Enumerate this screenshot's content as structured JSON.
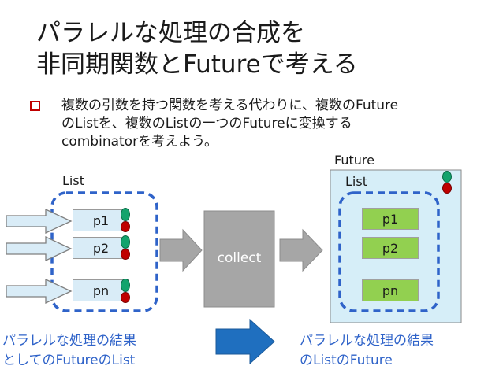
{
  "title": {
    "line1": "パラレルな処理の合成を",
    "line2": "非同期関数とFutureで考える"
  },
  "bullet": {
    "line1": "複数の引数を持つ関数を考える代わりに、複数のFuture",
    "line2": "のListを、複数のListの一つのFutureに変換する",
    "line3": "combinatorを考えよう。"
  },
  "left": {
    "list_label": "List",
    "items": [
      "p1",
      "p2",
      "pn"
    ]
  },
  "center": {
    "box_label": "collect"
  },
  "right": {
    "future_label": "Future",
    "list_label": "List",
    "items": [
      "p1",
      "p2",
      "pn"
    ]
  },
  "bottom": {
    "left_line1": "パラレルな処理の結果",
    "left_line2": "としてのFutureのList",
    "right_line1": "パラレルな処理の結果",
    "right_line2": "のListのFuture"
  },
  "colors": {
    "left_item": "#d9ecf7",
    "right_item": "#92d050",
    "future_box": "#d6eef8",
    "dashed_border": "#2f63c9",
    "arrow_gray": "#a6a6a6",
    "arrow_blue": "#1f6fbf",
    "dot_green": "#13a36d",
    "dot_red": "#c00000",
    "bullet": "#c00000",
    "caption": "#2f63c9"
  }
}
